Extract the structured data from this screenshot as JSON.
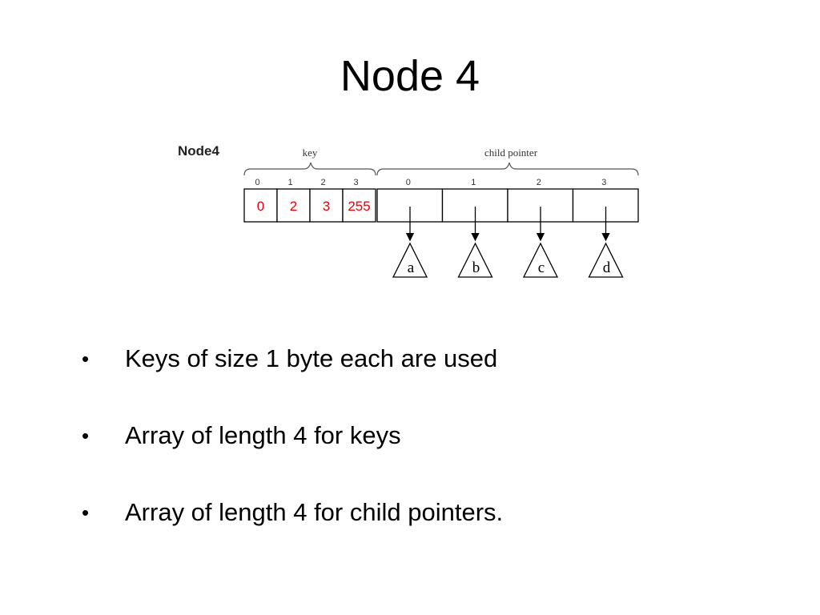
{
  "title": "Node 4",
  "diagram": {
    "node_label": "Node4",
    "key_group_label": "key",
    "child_group_label": "child pointer",
    "key_indices": [
      "0",
      "1",
      "2",
      "3"
    ],
    "child_indices": [
      "0",
      "1",
      "2",
      "3"
    ],
    "keys": [
      "0",
      "2",
      "3",
      "255"
    ],
    "children": [
      "a",
      "b",
      "c",
      "d"
    ],
    "key_color": "#e8000b",
    "line_color": "#000000"
  },
  "bullets": [
    {
      "marker": "•",
      "text": "Keys of size 1 byte each are used"
    },
    {
      "marker": "•",
      "text": "Array of length 4 for keys"
    },
    {
      "marker": "•",
      "text": "Array of length 4 for child pointers."
    }
  ]
}
